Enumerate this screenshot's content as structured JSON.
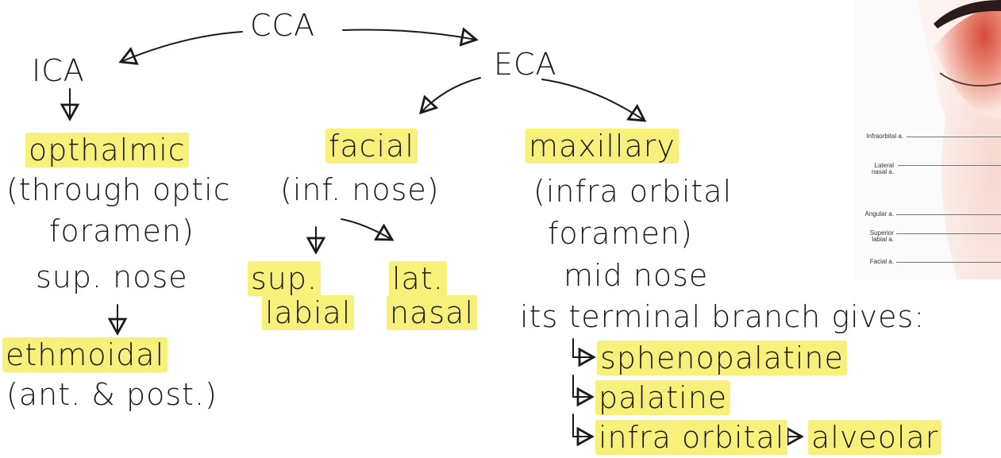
{
  "nodes": {
    "cca": "CCA",
    "ica": "ICA",
    "eca": "ECA",
    "opthalmic": "opthalmic",
    "opthalmic_note1": "(through optic",
    "opthalmic_note2": "foramen)",
    "sup_nose": "sup. nose",
    "ethmoidal": "ethmoidal",
    "ethmoidal_note": "(ant. & post.)",
    "facial": "facial",
    "facial_note": "(inf. nose)",
    "sup": "sup.",
    "labial": "labial",
    "lat": "lat.",
    "nasal": "nasal",
    "maxillary": "maxillary",
    "maxillary_note1": "(infra orbital",
    "maxillary_note2": "foramen)",
    "mid_nose": "mid nose",
    "terminal": "its terminal branch gives:",
    "sphenopalatine": "sphenopalatine",
    "palatine": "palatine",
    "infra_orbital": "infra orbital",
    "alveolar": "alveolar"
  },
  "figure": {
    "labels": [
      "Infraorbital a.",
      "Lateral nasal a.",
      "Angular a.",
      "Superior labial a.",
      "Facial a."
    ]
  },
  "colors": {
    "highlight": "#f7f07a",
    "ink": "#1a1a1a"
  }
}
